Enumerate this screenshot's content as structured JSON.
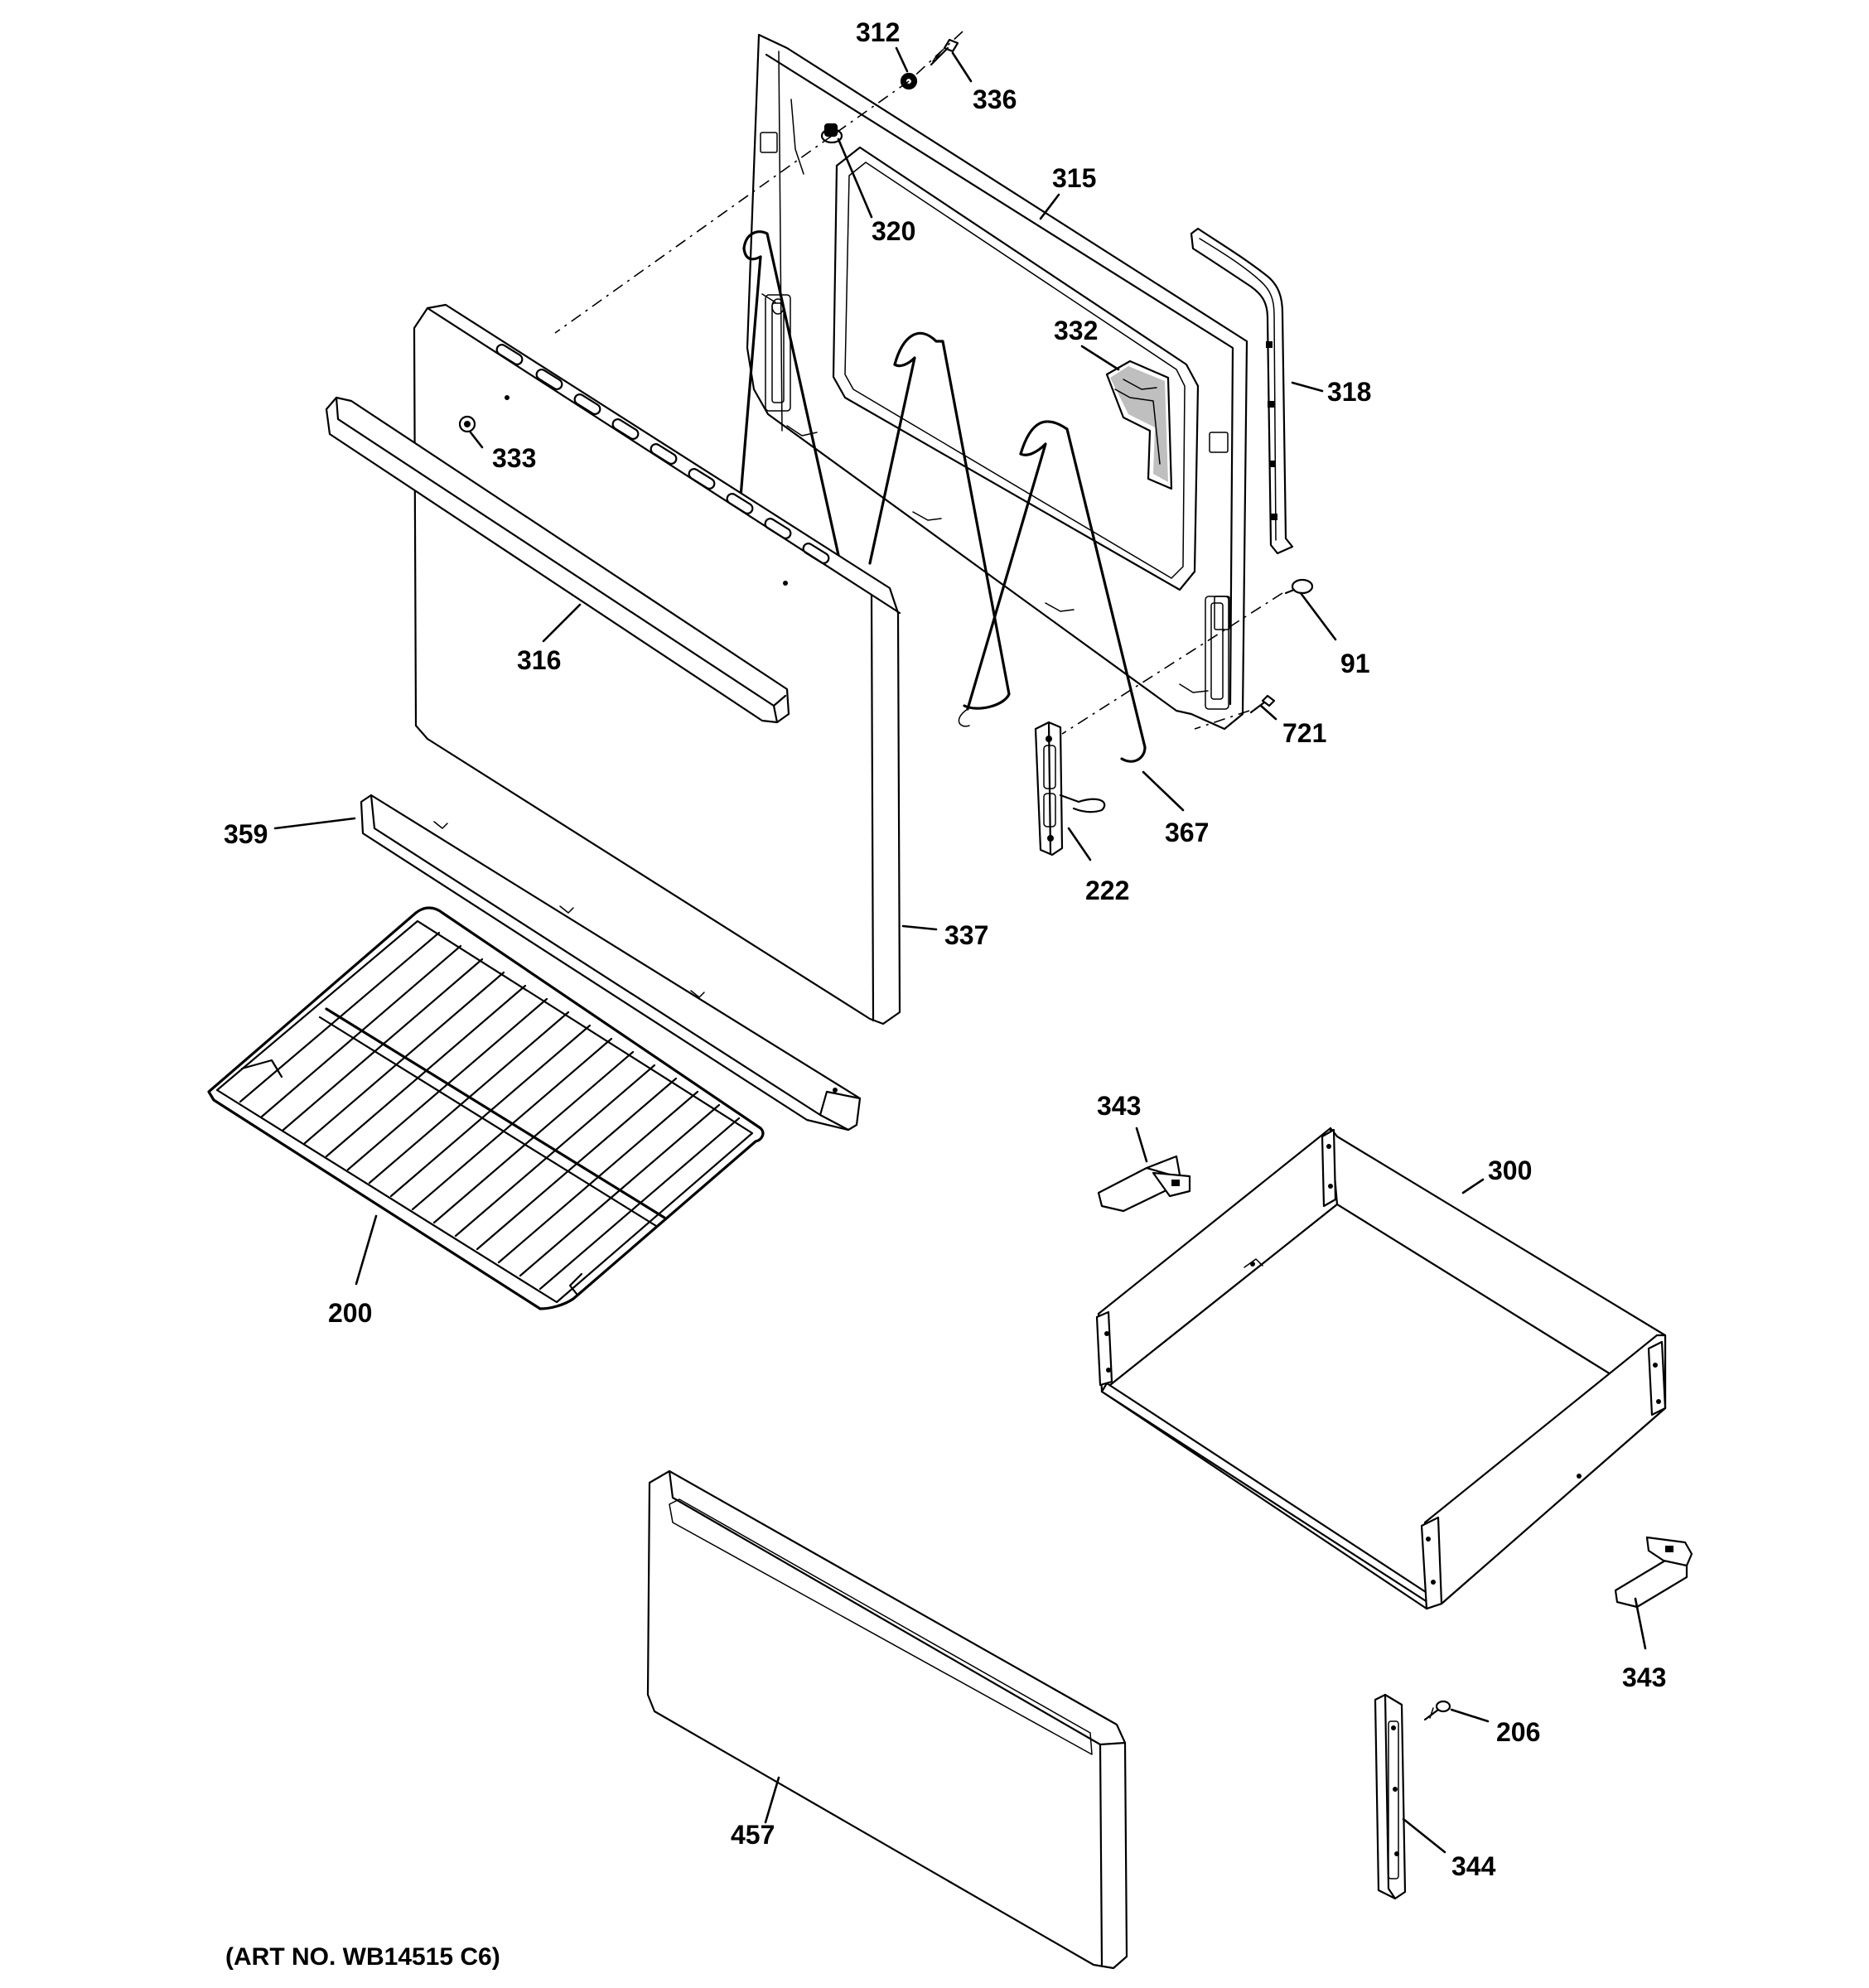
{
  "diagram": {
    "art_number": "(ART NO. WB14515 C6)",
    "callouts": {
      "c312": "312",
      "c336": "336",
      "c315": "315",
      "c320": "320",
      "c332": "332",
      "c318": "318",
      "c333": "333",
      "c316": "316",
      "c91": "91",
      "c721": "721",
      "c367": "367",
      "c222": "222",
      "c359": "359",
      "c337": "337",
      "c200": "200",
      "c343a": "343",
      "c300": "300",
      "c343b": "343",
      "c206": "206",
      "c457": "457",
      "c344": "344"
    }
  }
}
